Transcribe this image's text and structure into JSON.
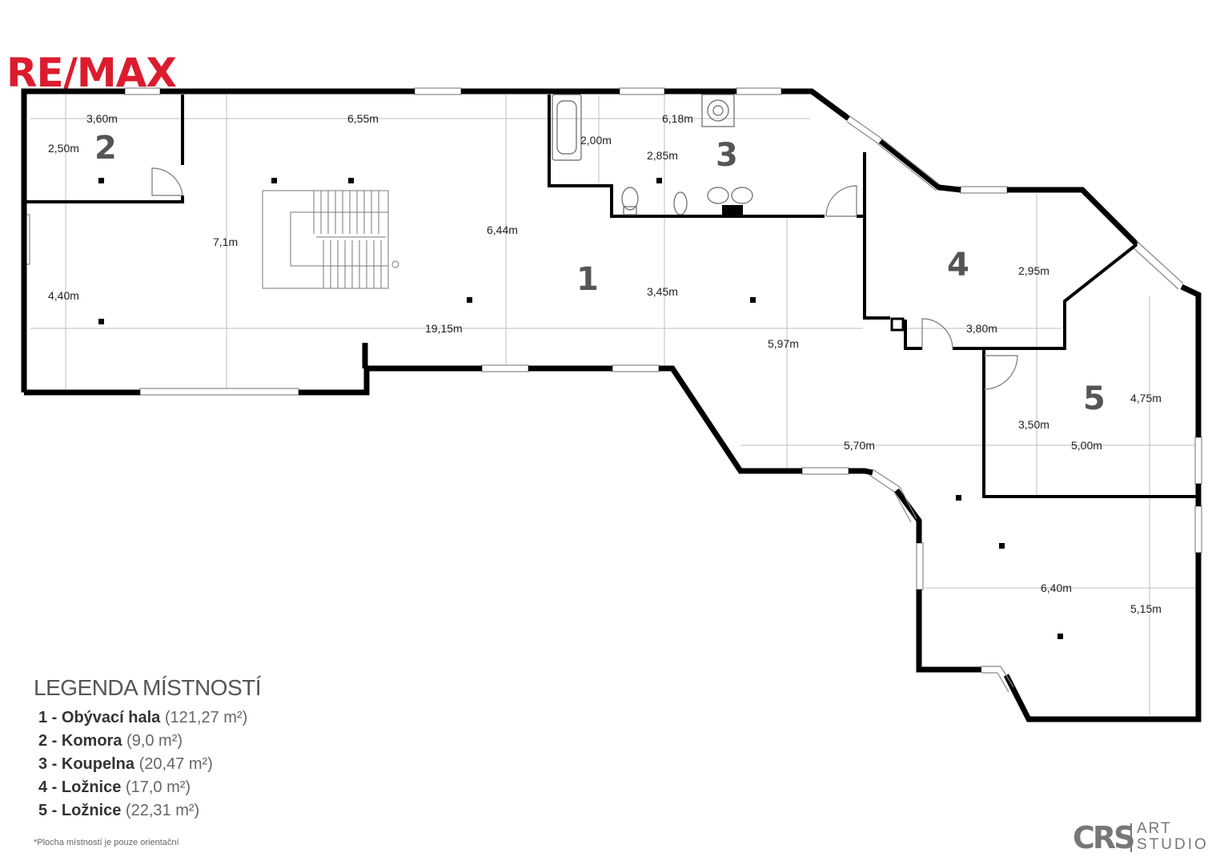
{
  "brand": {
    "name": "RE/MAX",
    "color": "#dc1c2e"
  },
  "rooms": [
    {
      "number": "1"
    },
    {
      "number": "2"
    },
    {
      "number": "3"
    },
    {
      "number": "4"
    },
    {
      "number": "5"
    }
  ],
  "dimensions": [
    "3,60m",
    "2,50m",
    "6,55m",
    "7,1m",
    "4,40m",
    "6,44m",
    "19,15m",
    "2,00m",
    "2,85m",
    "6,18m",
    "3,45m",
    "5,97m",
    "2,95m",
    "3,80m",
    "3,50m",
    "5,70m",
    "5,00m",
    "4,75m",
    "6,40m",
    "5,15m"
  ],
  "legend": {
    "title": "LEGENDA MÍSTNOSTÍ",
    "items": [
      {
        "name": "1 - Obývací hala",
        "area": "(121,27 m²)"
      },
      {
        "name": "2 - Komora",
        "area": "(9,0 m²)"
      },
      {
        "name": "3 - Koupelna",
        "area": "(20,47 m²)"
      },
      {
        "name": "4 - Ložnice",
        "area": "(17,0 m²)"
      },
      {
        "name": "5 - Ložnice",
        "area": "(22,31 m²)"
      }
    ]
  },
  "note": "*Plocha místností je pouze orientační",
  "studio": {
    "monogram": "CRS",
    "line1": "ART",
    "line2": "STUDIO"
  }
}
